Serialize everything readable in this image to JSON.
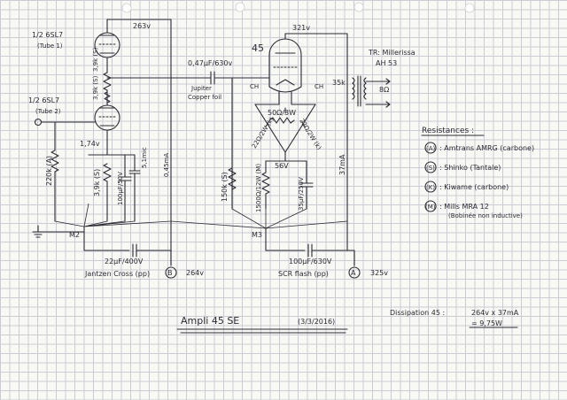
{
  "tube1": {
    "label": "1/2 6SL7",
    "sub": "(Tube 1)",
    "plate_voltage": "263v"
  },
  "tube2": {
    "label": "1/2 6SL7",
    "sub": "(Tube 2)",
    "cathode_voltage": "1,74v"
  },
  "r_plate1": "3,9k (S)",
  "r_plate2": "3,9k (S)",
  "r_grid": "220k (A)",
  "r_cathode": "3,9k (S)",
  "c_cathode": "100µF/50V",
  "c_bypass": "5,1mic",
  "current_stage1": "0,45mA",
  "coupling_cap": {
    "value": "0,47µF/630v",
    "name": "Jupiter",
    "sub": "Copper foil"
  },
  "tube45": {
    "label": "45",
    "plate_voltage": "321v"
  },
  "transformer": {
    "label": "TR: Millerissa",
    "model": "AH 53"
  },
  "out_ohm": "8Ω",
  "r_35k": "35k",
  "ch_left": "CH",
  "ch_right": "CH",
  "hum_pot": "50Ω/3W",
  "r_hum_a": "22Ω/2W (k)",
  "r_hum_b": "22Ω/2W (k)",
  "v56": "56V",
  "r_150k": "150k (S)",
  "r_cathode45": "1500Ω/12W (M)",
  "c_cathode45": "35µF/250V",
  "current_45": "37mA",
  "node_m2": "M2",
  "node_m3": "M3",
  "cap_b": {
    "value": "22µF/400V",
    "name": "Jantzen Cross (pp)"
  },
  "node_b": {
    "letter": "B",
    "voltage": "264v"
  },
  "cap_a": {
    "value": "100µF/630V",
    "name": "SCR flash (pp)"
  },
  "node_a": {
    "letter": "A",
    "voltage": "325v"
  },
  "resistances": {
    "title": "Resistances :",
    "items": [
      {
        "key": "(A)",
        "text": ": Amtrans AMRG (carbone)"
      },
      {
        "key": "(S)",
        "text": ": Shinko (Tantale)"
      },
      {
        "key": "(K)",
        "text": ": Kiwame (carbone)"
      },
      {
        "key": "(M)",
        "text": ": Mills MRA 12"
      },
      {
        "key": "",
        "text": "(Bobinée non inductive)"
      }
    ]
  },
  "title_text": "Ampli 45 SE",
  "title_date": "(3/3/2016)",
  "dissipation": {
    "label": "Dissipation 45 :",
    "formula": "264v x 37mA",
    "result": "= 9,75W"
  }
}
